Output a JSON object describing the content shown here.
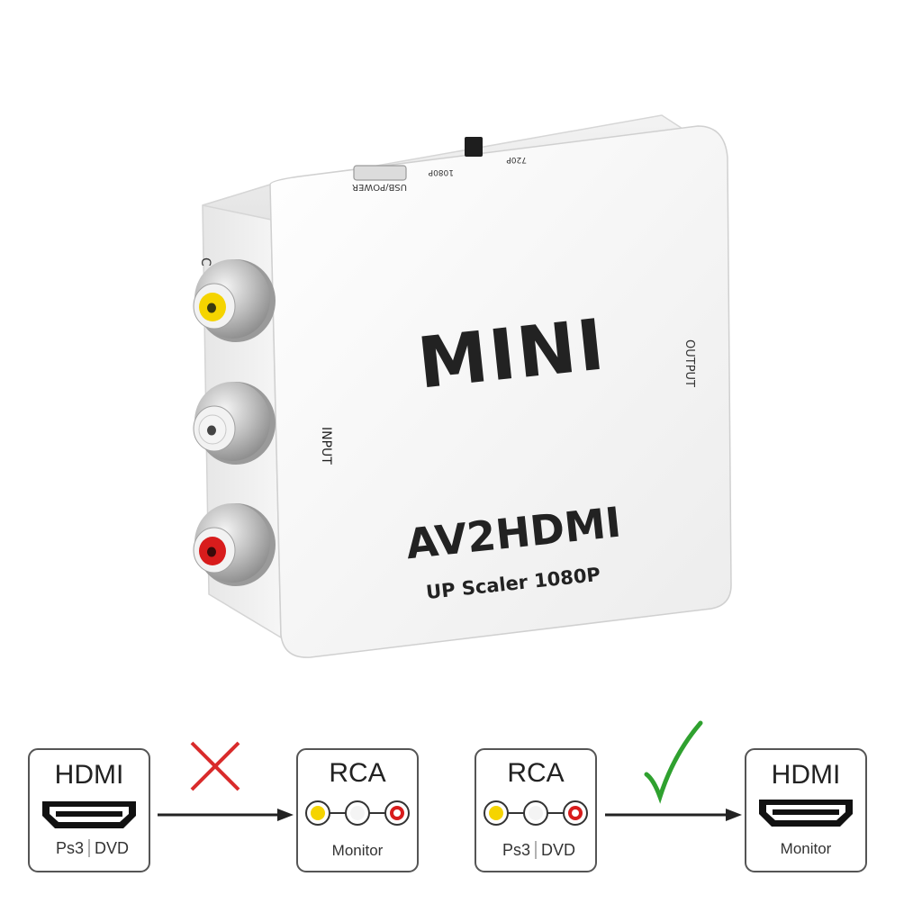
{
  "device": {
    "brand_text": "MINI",
    "model_text": "AV2HDMI",
    "sub_text": "UP Scaler 1080P",
    "side_input_text": "INPUT",
    "side_output_text": "OUTPUT",
    "top_usb_text": "USB/POWER",
    "top_1080_text": "1080P",
    "top_720_text": "720P",
    "side_cvbs_text": "C"
  },
  "diagram": {
    "wrong": {
      "source": {
        "title": "HDMI",
        "caption_left": "Ps3",
        "caption_right": "DVD"
      },
      "target": {
        "title": "RCA",
        "caption": "Monitor"
      },
      "status_icon": "cross-icon"
    },
    "right": {
      "source": {
        "title": "RCA",
        "caption_left": "Ps3",
        "caption_right": "DVD"
      },
      "target": {
        "title": "HDMI",
        "caption": "Monitor"
      },
      "status_icon": "check-icon"
    }
  },
  "colors": {
    "rca_yellow": "#f5d400",
    "rca_white": "#f4f4f4",
    "rca_red": "#d81c1c",
    "cross_red": "#d92b2b",
    "check_green": "#2fa12f",
    "device_text": "#222222"
  }
}
